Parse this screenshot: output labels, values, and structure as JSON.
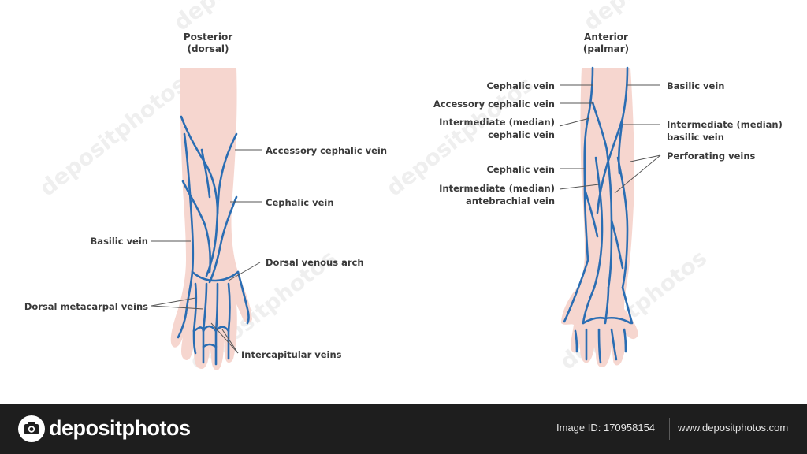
{
  "diagram": {
    "left_title_line1": "Posterior",
    "left_title_line2": "(dorsal)",
    "right_title_line1": "Anterior",
    "right_title_line2": "(palmar)",
    "left_labels": {
      "accessory_cephalic": "Accessory cephalic vein",
      "cephalic": "Cephalic vein",
      "basilic": "Basilic vein",
      "dorsal_venous_arch": "Dorsal venous arch",
      "dorsal_metacarpal": "Dorsal metacarpal veins",
      "intercapitular": "Intercapitular veins"
    },
    "right_labels": {
      "cephalic_top": "Cephalic vein",
      "accessory_cephalic": "Accessory cephalic vein",
      "intermediate_cephalic_1": "Intermediate (median)",
      "intermediate_cephalic_2": "cephalic vein",
      "cephalic_lower": "Cephalic vein",
      "intermediate_antebrachial_1": "Intermediate (median)",
      "intermediate_antebrachial_2": "antebrachial vein",
      "basilic": "Basilic vein",
      "intermediate_basilic_1": "Intermediate (median)",
      "intermediate_basilic_2": "basilic vein",
      "perforating": "Perforating veins"
    },
    "colors": {
      "skin": "#f6d6cf",
      "vein": "#2a6db3",
      "leader": "#555555",
      "watermark": "#dcdcdc"
    }
  },
  "footer": {
    "brand": "depositphotos",
    "image_id": "Image ID: 170958154",
    "site": "www.depositphotos.com"
  }
}
